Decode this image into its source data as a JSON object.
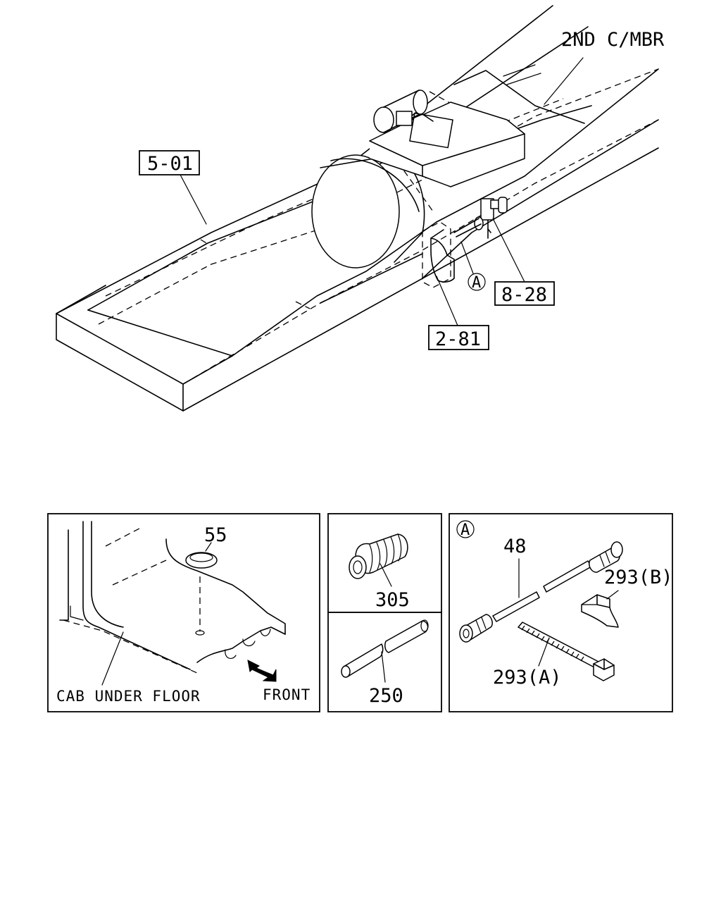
{
  "main_view": {
    "label_2nd_cmbr": "2ND C/MBR",
    "ref_boxes": {
      "frame": "5-01",
      "bracket": "8-28",
      "cover": "2-81"
    },
    "callout_a": "A"
  },
  "inset_floor": {
    "part_55": "55",
    "caption": "CAB UNDER FLOOR",
    "front": "FRONT"
  },
  "inset_boot": {
    "part_305": "305"
  },
  "inset_tube": {
    "part_250": "250"
  },
  "inset_cable": {
    "marker": "A",
    "part_48": "48",
    "part_293b": "293(B)",
    "part_293a": "293(A)"
  }
}
